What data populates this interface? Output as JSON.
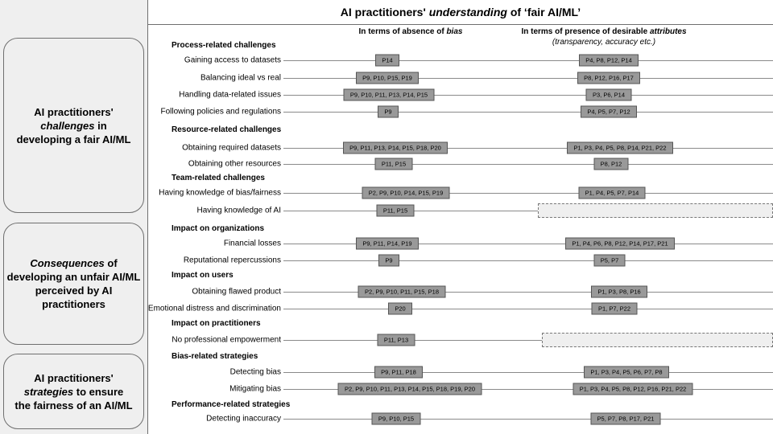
{
  "header": {
    "title_pre": "AI practitioners' ",
    "title_em": "understanding",
    "title_post": " of ‘fair AI/ML’"
  },
  "columns": {
    "bias": {
      "pre": "In terms of absence of ",
      "em": "bias"
    },
    "attributes": {
      "pre": "In terms of presence of desirable ",
      "em": "attributes",
      "sub": "(transparency, accuracy etc.)"
    }
  },
  "left_boxes": {
    "challenges": {
      "a": "AI practitioners'",
      "b": "challenges",
      "c": " in",
      "d": "developing a fair AI/ML"
    },
    "consequences": {
      "b": "Consequences",
      "c": " of",
      "d": "developing an unfair AI/ML perceived by AI practitioners"
    },
    "strategies": {
      "a": "AI practitioners'",
      "b": "strategies",
      "c": " to ensure",
      "d": "the fairness of an AI/ML"
    }
  },
  "sections": [
    {
      "title": "Process-related challenges",
      "rows": [
        {
          "label": "Gaining access to datasets",
          "bias": "P14",
          "attributes": "P4, P8, P12, P14"
        },
        {
          "label": "Balancing ideal vs real",
          "bias": "P9, P10, P15, P19",
          "attributes": "P8, P12, P16, P17"
        },
        {
          "label": "Handling data-related issues",
          "bias": "P9, P10, P11, P13, P14, P15",
          "attributes": "P3, P6, P14"
        },
        {
          "label": "Following policies and regulations",
          "bias": "P9",
          "attributes": "P4, P5, P7, P12"
        }
      ]
    },
    {
      "title": "Resource-related challenges",
      "rows": [
        {
          "label": "Obtaining required datasets",
          "bias": "P9, P11, P13, P14, P15, P18, P20",
          "attributes": "P1, P3, P4, P5, P8, P14, P21, P22"
        },
        {
          "label": "Obtaining other resources",
          "bias": "P11, P15",
          "attributes": "P8, P12"
        }
      ]
    },
    {
      "title": "Team-related challenges",
      "rows": [
        {
          "label": "Having knowledge of bias/fairness",
          "bias": "P2, P9, P10, P14, P15, P19",
          "attributes": "P1, P4, P5, P7, P14"
        },
        {
          "label": "Having knowledge of AI",
          "bias": "P11, P15",
          "attributes": ""
        }
      ]
    },
    {
      "title": "Impact on organizations",
      "rows": [
        {
          "label": "Financial losses",
          "bias": "P9, P11, P14, P19",
          "attributes": "P1, P4, P6, P8, P12, P14, P17, P21"
        },
        {
          "label": "Reputational repercussions",
          "bias": "P9",
          "attributes": "P5, P7"
        }
      ]
    },
    {
      "title": "Impact on users",
      "rows": [
        {
          "label": "Obtaining flawed product",
          "bias": "P2, P9, P10, P11, P15, P18",
          "attributes": "P1, P3, P8, P16"
        },
        {
          "label": "Emotional distress and discrimination",
          "bias": "P20",
          "attributes": "P1, P7, P22"
        }
      ]
    },
    {
      "title": "Impact on practitioners",
      "rows": [
        {
          "label": "No professional empowerment",
          "bias": "P11, P13",
          "attributes": ""
        }
      ]
    },
    {
      "title": "Bias-related strategies",
      "rows": [
        {
          "label": "Detecting bias",
          "bias": "P9, P11, P18",
          "attributes": "P1, P3, P4, P5, P6, P7, P8"
        },
        {
          "label": "Mitigating bias",
          "bias": "P2, P9, P10, P11, P13, P14, P15, P18, P19, P20",
          "attributes": "P1, P3, P4, P5, P8, P12, P16, P21, P22"
        }
      ]
    },
    {
      "title": "Performance-related strategies",
      "rows": [
        {
          "label": "Detecting inaccuracy",
          "bias": "P9, P10, P15",
          "attributes": "P5, P7, P8, P17, P21"
        }
      ]
    }
  ]
}
